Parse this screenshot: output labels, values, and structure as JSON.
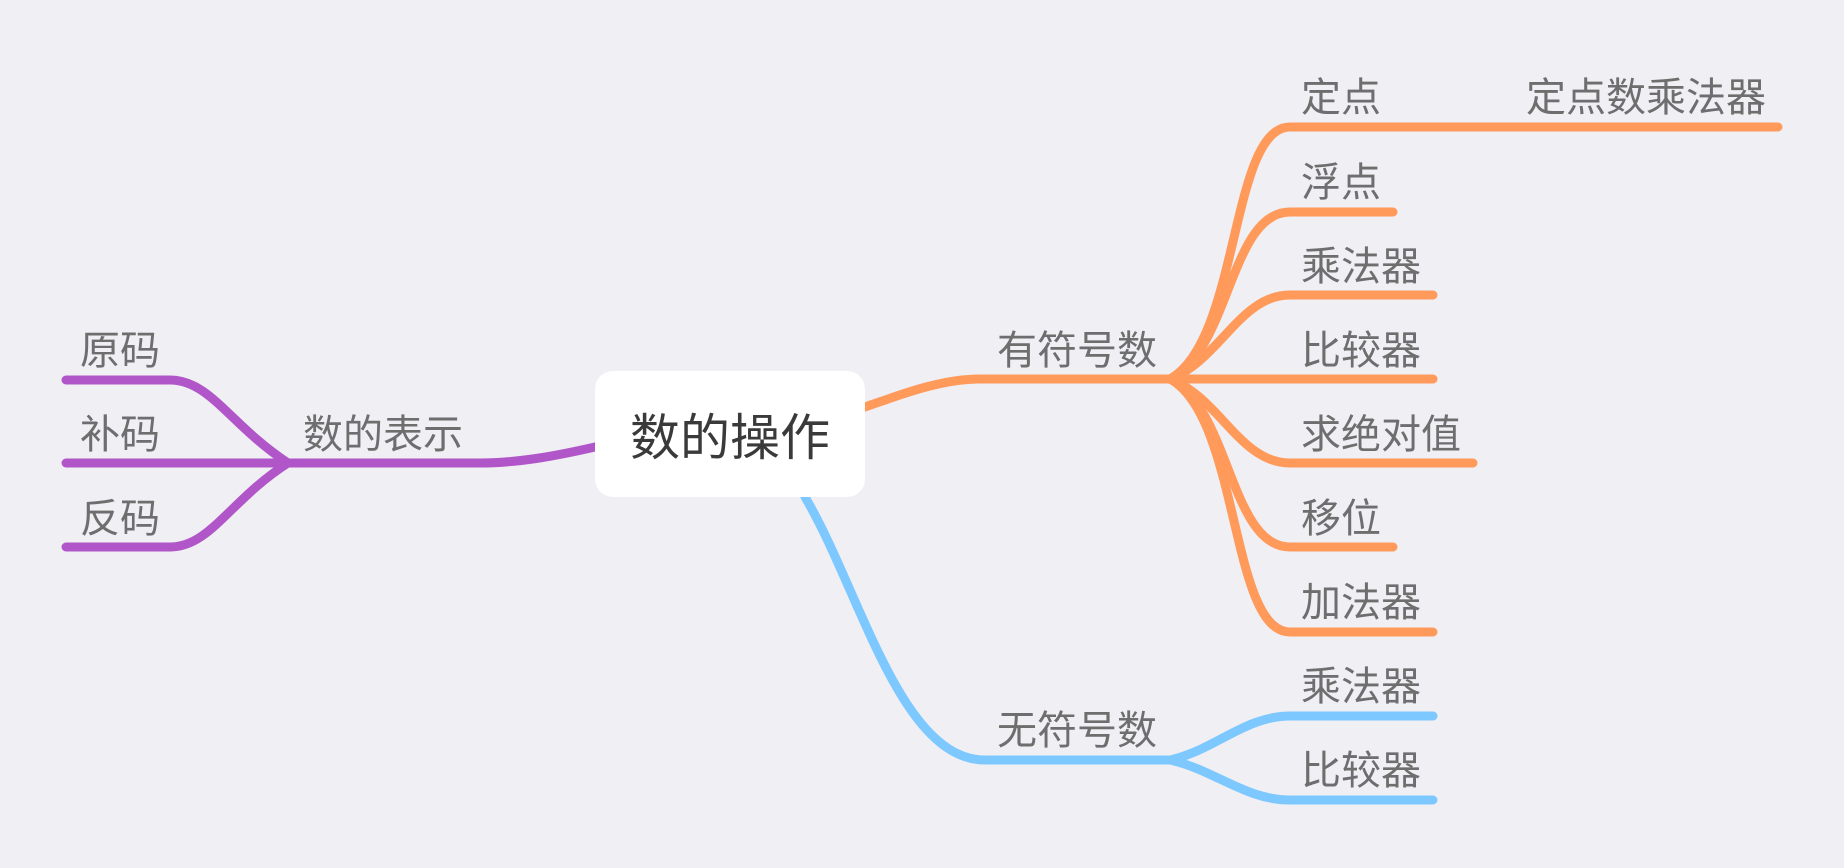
{
  "root": {
    "label": "数的操作"
  },
  "colors": {
    "left": "#b156c8",
    "signed": "#ff9a5a",
    "unsigned": "#7cc8ff"
  },
  "left_branch": {
    "label": "数的表示",
    "children": [
      "原码",
      "补码",
      "反码"
    ]
  },
  "signed_branch": {
    "label": "有符号数",
    "children": [
      "定点",
      "浮点",
      "乘法器",
      "比较器",
      "求绝对值",
      "移位",
      "加法器"
    ],
    "grandchild": "定点数乘法器"
  },
  "unsigned_branch": {
    "label": "无符号数",
    "children": [
      "乘法器",
      "比较器"
    ]
  }
}
